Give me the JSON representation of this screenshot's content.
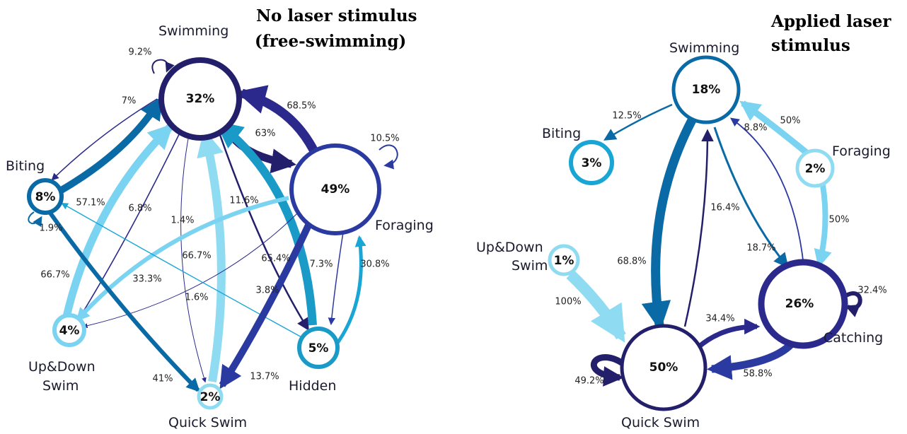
{
  "colors": {
    "navy": "#241f6b",
    "indigo": "#2b2a8c",
    "blue": "#1f3fa2",
    "teal": "#0a6aa6",
    "cyan": "#1aa6d4",
    "sky": "#7ad3f0",
    "light": "#8fdcf2"
  },
  "left": {
    "title_line1": "No laser stimulus",
    "title_line2": "(free-swimming)",
    "nodes": {
      "swimming": {
        "label": "Swimming",
        "pct": "32%"
      },
      "foraging": {
        "label": "Foraging",
        "pct": "49%"
      },
      "biting": {
        "label": "Biting",
        "pct": "8%"
      },
      "updown": {
        "label_line1": "Up&Down",
        "label_line2": "Swim",
        "pct": "4%"
      },
      "quick": {
        "label": "Quick Swim",
        "pct": "2%"
      },
      "hidden": {
        "label": "Hidden",
        "pct": "5%"
      }
    },
    "edges": {
      "sw_self": "9.2%",
      "fo_self": "10.5%",
      "bi_self": "1.9%",
      "sw_bi": "7%",
      "fo_sw": "68.5%",
      "sw_fo": "63%",
      "bi_sw": "57.1%",
      "sw_ud": "6.8%",
      "sw_qs": "1.4%",
      "sw_hi": "11.6%",
      "qs_sw": "66.7%",
      "hi_sw": "65.4%",
      "fo_hi": "7.3%",
      "hi_fo": "30.8%",
      "ud_sw": "66.7%",
      "fo_ud": "33.3%",
      "hi_bi": "3.8%",
      "fo_ud2": "1.6%",
      "fo_qs": "13.7%",
      "bi_qs": "41%"
    }
  },
  "right": {
    "title_line1": "Applied laser",
    "title_line2": "stimulus",
    "nodes": {
      "swimming": {
        "label": "Swimming",
        "pct": "18%"
      },
      "biting": {
        "label": "Biting",
        "pct": "3%"
      },
      "foraging": {
        "label": "Foraging",
        "pct": "2%"
      },
      "updown": {
        "label_line1": "Up&Down",
        "label_line2": "Swim",
        "pct": "1%"
      },
      "catching": {
        "label": "Catching",
        "pct": "26%"
      },
      "quick": {
        "label": "Quick Swim",
        "pct": "50%"
      }
    },
    "edges": {
      "sw_bi": "12.5%",
      "fo_sw": "50%",
      "ca_sw": "8.8%",
      "qs_sw": "16.4%",
      "sw_qs": "68.8%",
      "sw_ca": "18.7%",
      "fo_ca": "50%",
      "ud_qs": "100%",
      "qs_ca": "34.4%",
      "ca_self": "32.4%",
      "ca_qs": "58.8%",
      "qs_self": "49.2%"
    }
  }
}
